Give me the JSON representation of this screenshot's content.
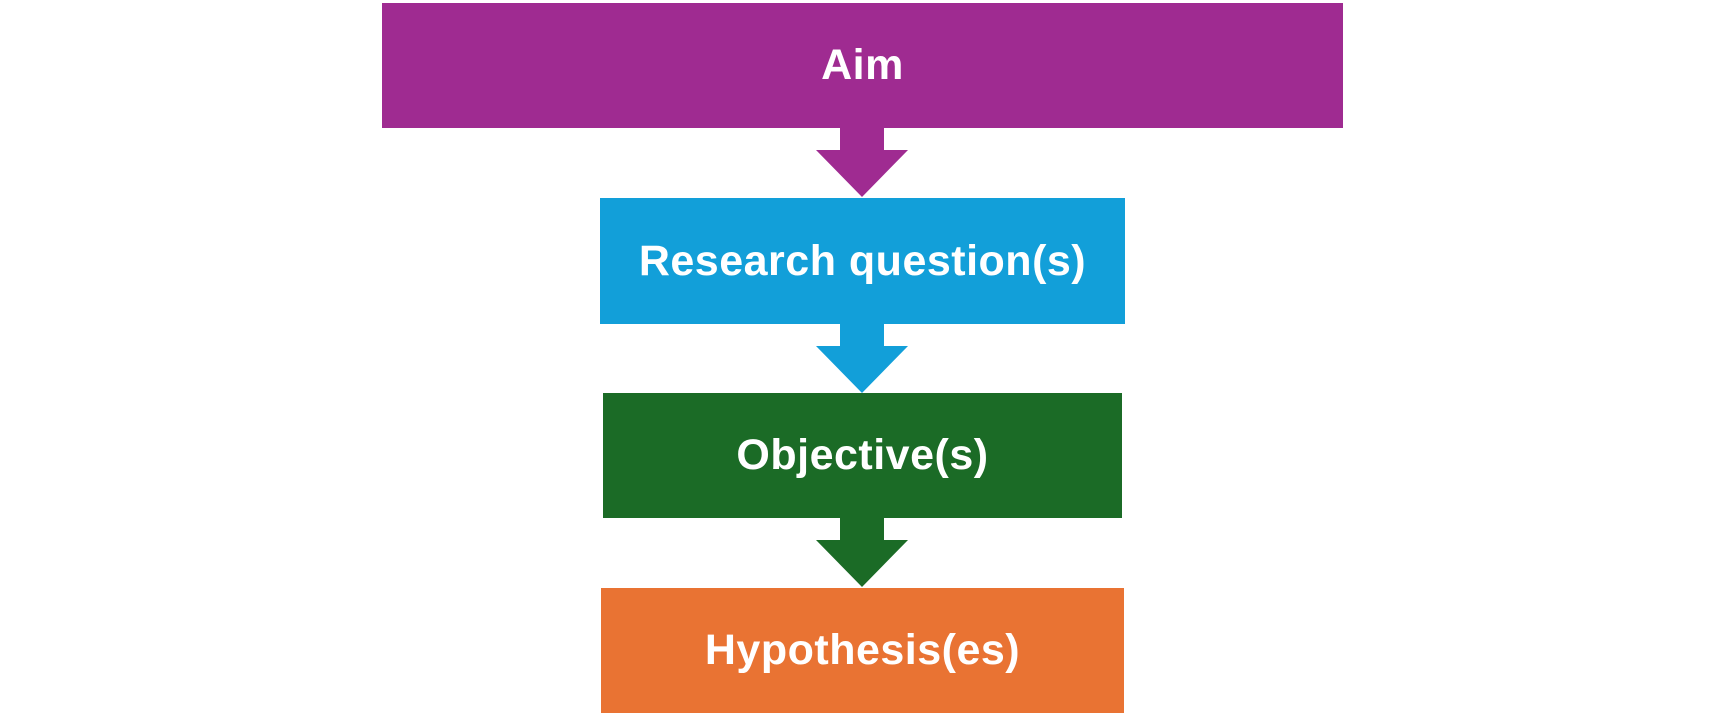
{
  "diagram": {
    "nodes": [
      {
        "id": "aim",
        "label": "Aim",
        "color": "#9f2b91"
      },
      {
        "id": "research-questions",
        "label": "Research question(s)",
        "color": "#129fd9"
      },
      {
        "id": "objectives",
        "label": "Objective(s)",
        "color": "#1b6b26"
      },
      {
        "id": "hypotheses",
        "label": "Hypothesis(es)",
        "color": "#e97333"
      }
    ],
    "edges": [
      {
        "from": "aim",
        "to": "research-questions",
        "color": "#9f2b91"
      },
      {
        "from": "research-questions",
        "to": "objectives",
        "color": "#129fd9"
      },
      {
        "from": "objectives",
        "to": "hypotheses",
        "color": "#1b6b26"
      }
    ]
  }
}
